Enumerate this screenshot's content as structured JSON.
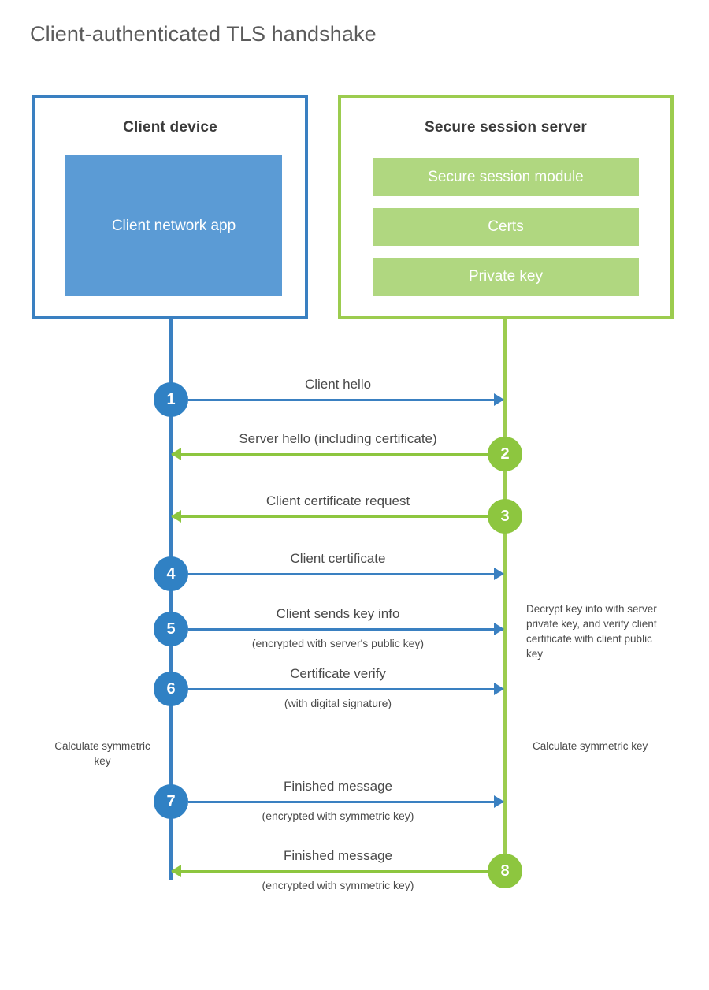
{
  "title": "Client-authenticated TLS handshake",
  "colors": {
    "client_accent": "#3a80c1",
    "client_app_fill": "#5b9bd5",
    "server_accent": "#9ccc4f",
    "server_module_fill": "#b0d780",
    "circle_blue": "#3081c4",
    "circle_green": "#8dc63f",
    "text": "#4a4a4a"
  },
  "client": {
    "title": "Client device",
    "app_label": "Client network app"
  },
  "server": {
    "title": "Secure session server",
    "modules": [
      {
        "label": "Secure session module"
      },
      {
        "label": "Certs"
      },
      {
        "label": "Private key"
      }
    ]
  },
  "steps": [
    {
      "number": "1",
      "label": "Client hello",
      "sublabel": "",
      "direction": "right",
      "side": "client"
    },
    {
      "number": "2",
      "label": "Server hello (including certificate)",
      "sublabel": "",
      "direction": "left",
      "side": "server"
    },
    {
      "number": "3",
      "label": "Client certificate request",
      "sublabel": "",
      "direction": "left",
      "side": "server"
    },
    {
      "number": "4",
      "label": "Client certificate",
      "sublabel": "",
      "direction": "right",
      "side": "client"
    },
    {
      "number": "5",
      "label": "Client sends key info",
      "sublabel": "(encrypted with server's public key)",
      "direction": "right",
      "side": "client"
    },
    {
      "number": "6",
      "label": "Certificate verify",
      "sublabel": "(with digital signature)",
      "direction": "right",
      "side": "client"
    },
    {
      "number": "7",
      "label": "Finished message",
      "sublabel": "(encrypted with symmetric key)",
      "direction": "right",
      "side": "client"
    },
    {
      "number": "8",
      "label": "Finished message",
      "sublabel": "(encrypted with symmetric key)",
      "direction": "left",
      "side": "server"
    }
  ],
  "notes": {
    "decrypt": "Decrypt key info with server private key, and verify client certificate with client public key",
    "calculate_client": "Calculate symmetric key",
    "calculate_server": "Calculate symmetric key"
  }
}
